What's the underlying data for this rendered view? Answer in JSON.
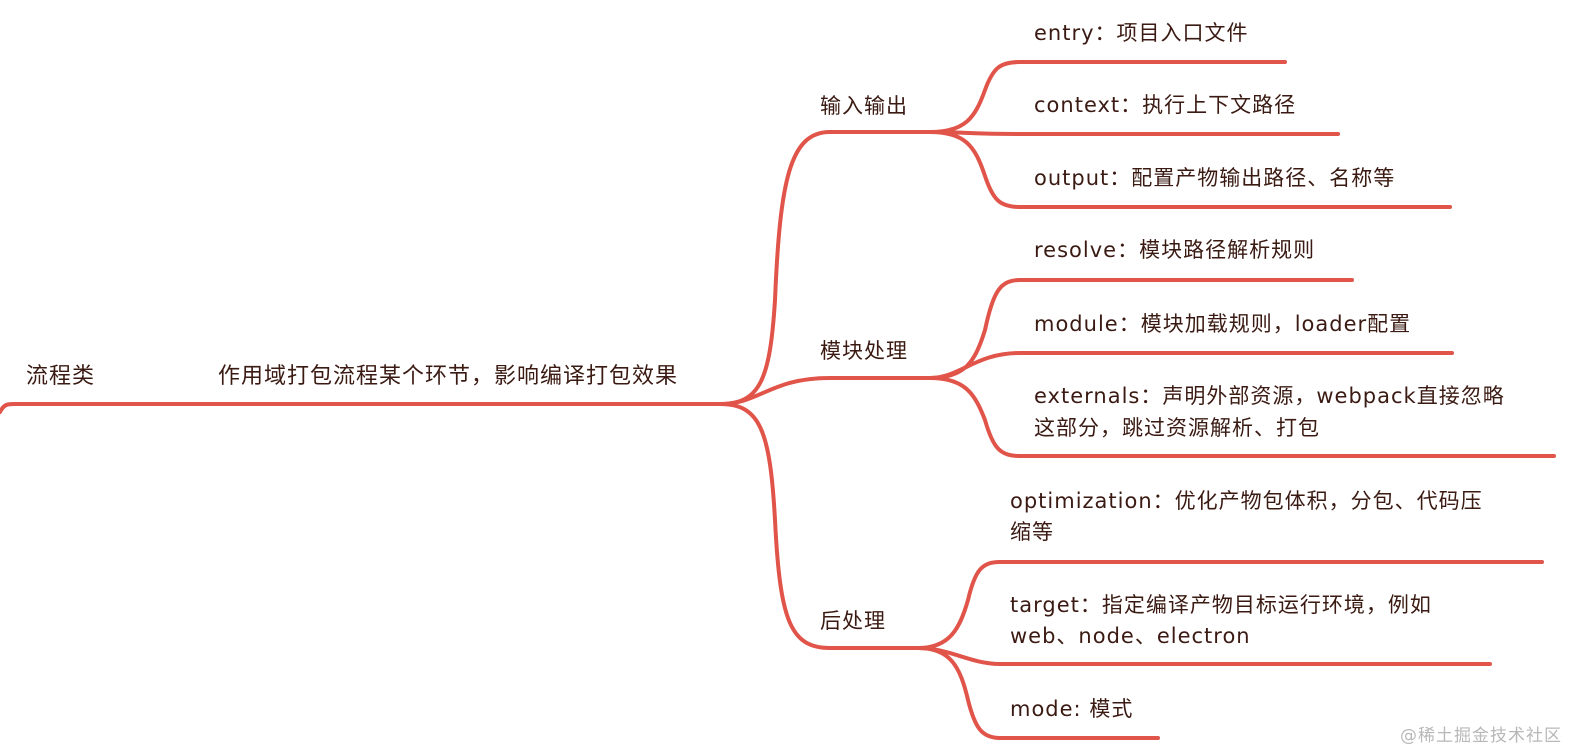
{
  "colors": {
    "branch": "#e0544a",
    "text": "#3a1a12",
    "watermark": "#b8b8b8"
  },
  "root": "流程类",
  "main": "作用域打包流程某个环节，影响编译打包效果",
  "groups": [
    {
      "label": "输入输出",
      "items": [
        {
          "key": "entry",
          "sep": "：",
          "desc": "项目入口文件"
        },
        {
          "key": "context",
          "sep": "：",
          "desc": "执行上下文路径"
        },
        {
          "key": "output",
          "sep": "：",
          "desc": "配置产物输出路径、名称等"
        }
      ]
    },
    {
      "label": "模块处理",
      "items": [
        {
          "key": "resolve",
          "sep": "：",
          "desc": "模块路径解析规则"
        },
        {
          "key": "module",
          "sep": "：",
          "desc": "模块加载规则，loader配置"
        },
        {
          "key": "externals",
          "sep": "：",
          "desc": "声明外部资源，webpack直接忽略",
          "desc2": "这部分，跳过资源解析、打包"
        }
      ]
    },
    {
      "label": "后处理",
      "items": [
        {
          "key": "optimization",
          "sep": "：",
          "desc": "优化产物包体积，分包、代码压",
          "desc2": "缩等"
        },
        {
          "key": "target",
          "sep": "：",
          "desc": "指定编译产物目标运行环境，例如",
          "desc2": "web、node、electron"
        },
        {
          "key": "mode:",
          "sep": " ",
          "desc": "模式"
        }
      ]
    }
  ],
  "watermark": "@稀土掘金技术社区"
}
